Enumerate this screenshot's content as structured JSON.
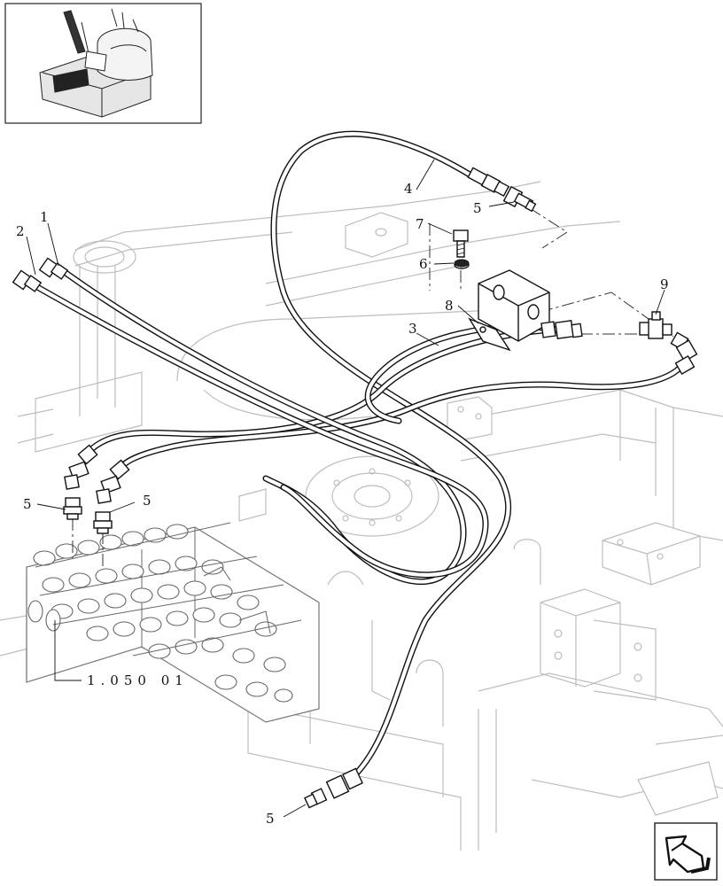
{
  "callouts": {
    "c1": "1",
    "c2": "2",
    "c3": "3",
    "c4": "4",
    "c5a": "5",
    "c5b": "5",
    "c5c": "5",
    "c5d": "5",
    "c6": "6",
    "c7": "7",
    "c8": "8",
    "c9": "9"
  },
  "reference": "1.050 01",
  "icons": {
    "thumbnail": "excavator-cab-thumbnail-icon",
    "nav": "next-page-arrow-icon"
  }
}
